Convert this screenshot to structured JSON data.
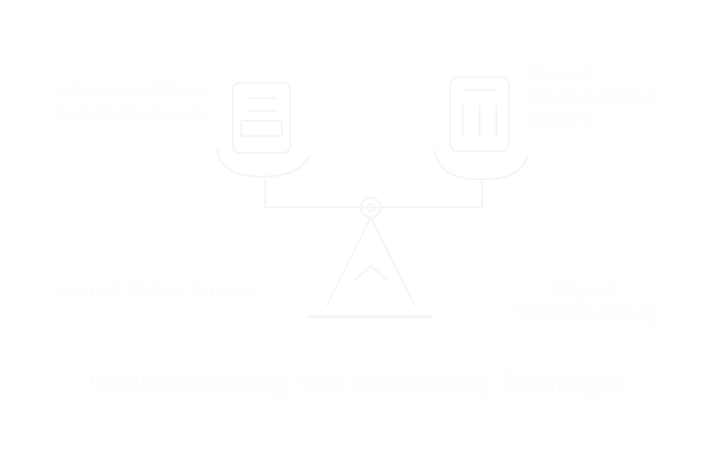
{
  "labels": {
    "left_top_line1": "Inference-Time",
    "left_top_line2": "Reinforcement",
    "right_top_line1": "Tuned",
    "right_top_line2": "Observation",
    "right_top_line3": "Aware",
    "left_bottom": "Latent Prior Reuse",
    "right_bottom": "Signal Transparency"
  },
  "caption": "Understanding the Scalability Paradigm",
  "colors": {
    "background": "#ffffff",
    "stroke": "#f4f4f4",
    "text": "#ffffff"
  },
  "icons": {
    "left_pan_item": "tablet-icon",
    "right_pan_item": "server-stack-icon",
    "pivot": "pivot-icon"
  }
}
